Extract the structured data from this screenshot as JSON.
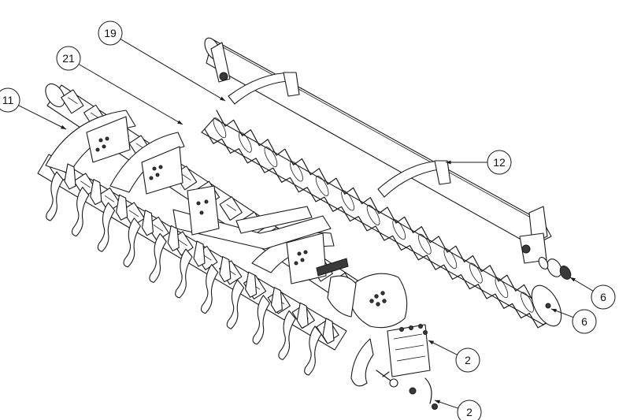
{
  "diagram": {
    "callouts": [
      {
        "id": "c19",
        "label": "19"
      },
      {
        "id": "c21",
        "label": "21"
      },
      {
        "id": "c11",
        "label": "11"
      },
      {
        "id": "c12",
        "label": "12"
      },
      {
        "id": "c6a",
        "label": "6"
      },
      {
        "id": "c6b",
        "label": "6"
      },
      {
        "id": "c2a",
        "label": "2"
      },
      {
        "id": "c2b",
        "label": "2"
      }
    ]
  }
}
